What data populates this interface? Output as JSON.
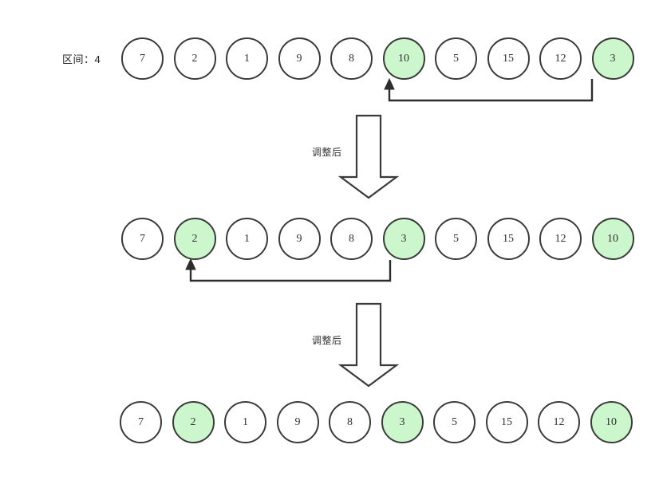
{
  "diagram": {
    "title_label": "区间：4",
    "step_label_1": "调整后",
    "step_label_2": "调整后",
    "colors": {
      "highlight": "#ccf7cc",
      "stroke": "#3a3a3a",
      "text": "#303030",
      "background": "#ffffff"
    },
    "rows": [
      {
        "name": "row-initial",
        "label": "区间：4",
        "nodes": [
          {
            "value": "7",
            "highlight": false
          },
          {
            "value": "2",
            "highlight": false
          },
          {
            "value": "1",
            "highlight": false
          },
          {
            "value": "9",
            "highlight": false
          },
          {
            "value": "8",
            "highlight": false
          },
          {
            "value": "10",
            "highlight": true
          },
          {
            "value": "5",
            "highlight": false
          },
          {
            "value": "15",
            "highlight": false
          },
          {
            "value": "12",
            "highlight": false
          },
          {
            "value": "3",
            "highlight": true
          }
        ],
        "swap": {
          "from_index": 9,
          "to_index": 5
        }
      },
      {
        "name": "row-after-first-swap",
        "label": "",
        "nodes": [
          {
            "value": "7",
            "highlight": false
          },
          {
            "value": "2",
            "highlight": true
          },
          {
            "value": "1",
            "highlight": false
          },
          {
            "value": "9",
            "highlight": false
          },
          {
            "value": "8",
            "highlight": false
          },
          {
            "value": "3",
            "highlight": true
          },
          {
            "value": "5",
            "highlight": false
          },
          {
            "value": "15",
            "highlight": false
          },
          {
            "value": "12",
            "highlight": false
          },
          {
            "value": "10",
            "highlight": true
          }
        ],
        "swap": {
          "from_index": 5,
          "to_index": 1
        }
      },
      {
        "name": "row-final",
        "label": "",
        "nodes": [
          {
            "value": "7",
            "highlight": false
          },
          {
            "value": "2",
            "highlight": true
          },
          {
            "value": "1",
            "highlight": false
          },
          {
            "value": "9",
            "highlight": false
          },
          {
            "value": "8",
            "highlight": false
          },
          {
            "value": "3",
            "highlight": true
          },
          {
            "value": "5",
            "highlight": false
          },
          {
            "value": "15",
            "highlight": false
          },
          {
            "value": "12",
            "highlight": false
          },
          {
            "value": "10",
            "highlight": true
          }
        ],
        "swap": null
      }
    ]
  }
}
